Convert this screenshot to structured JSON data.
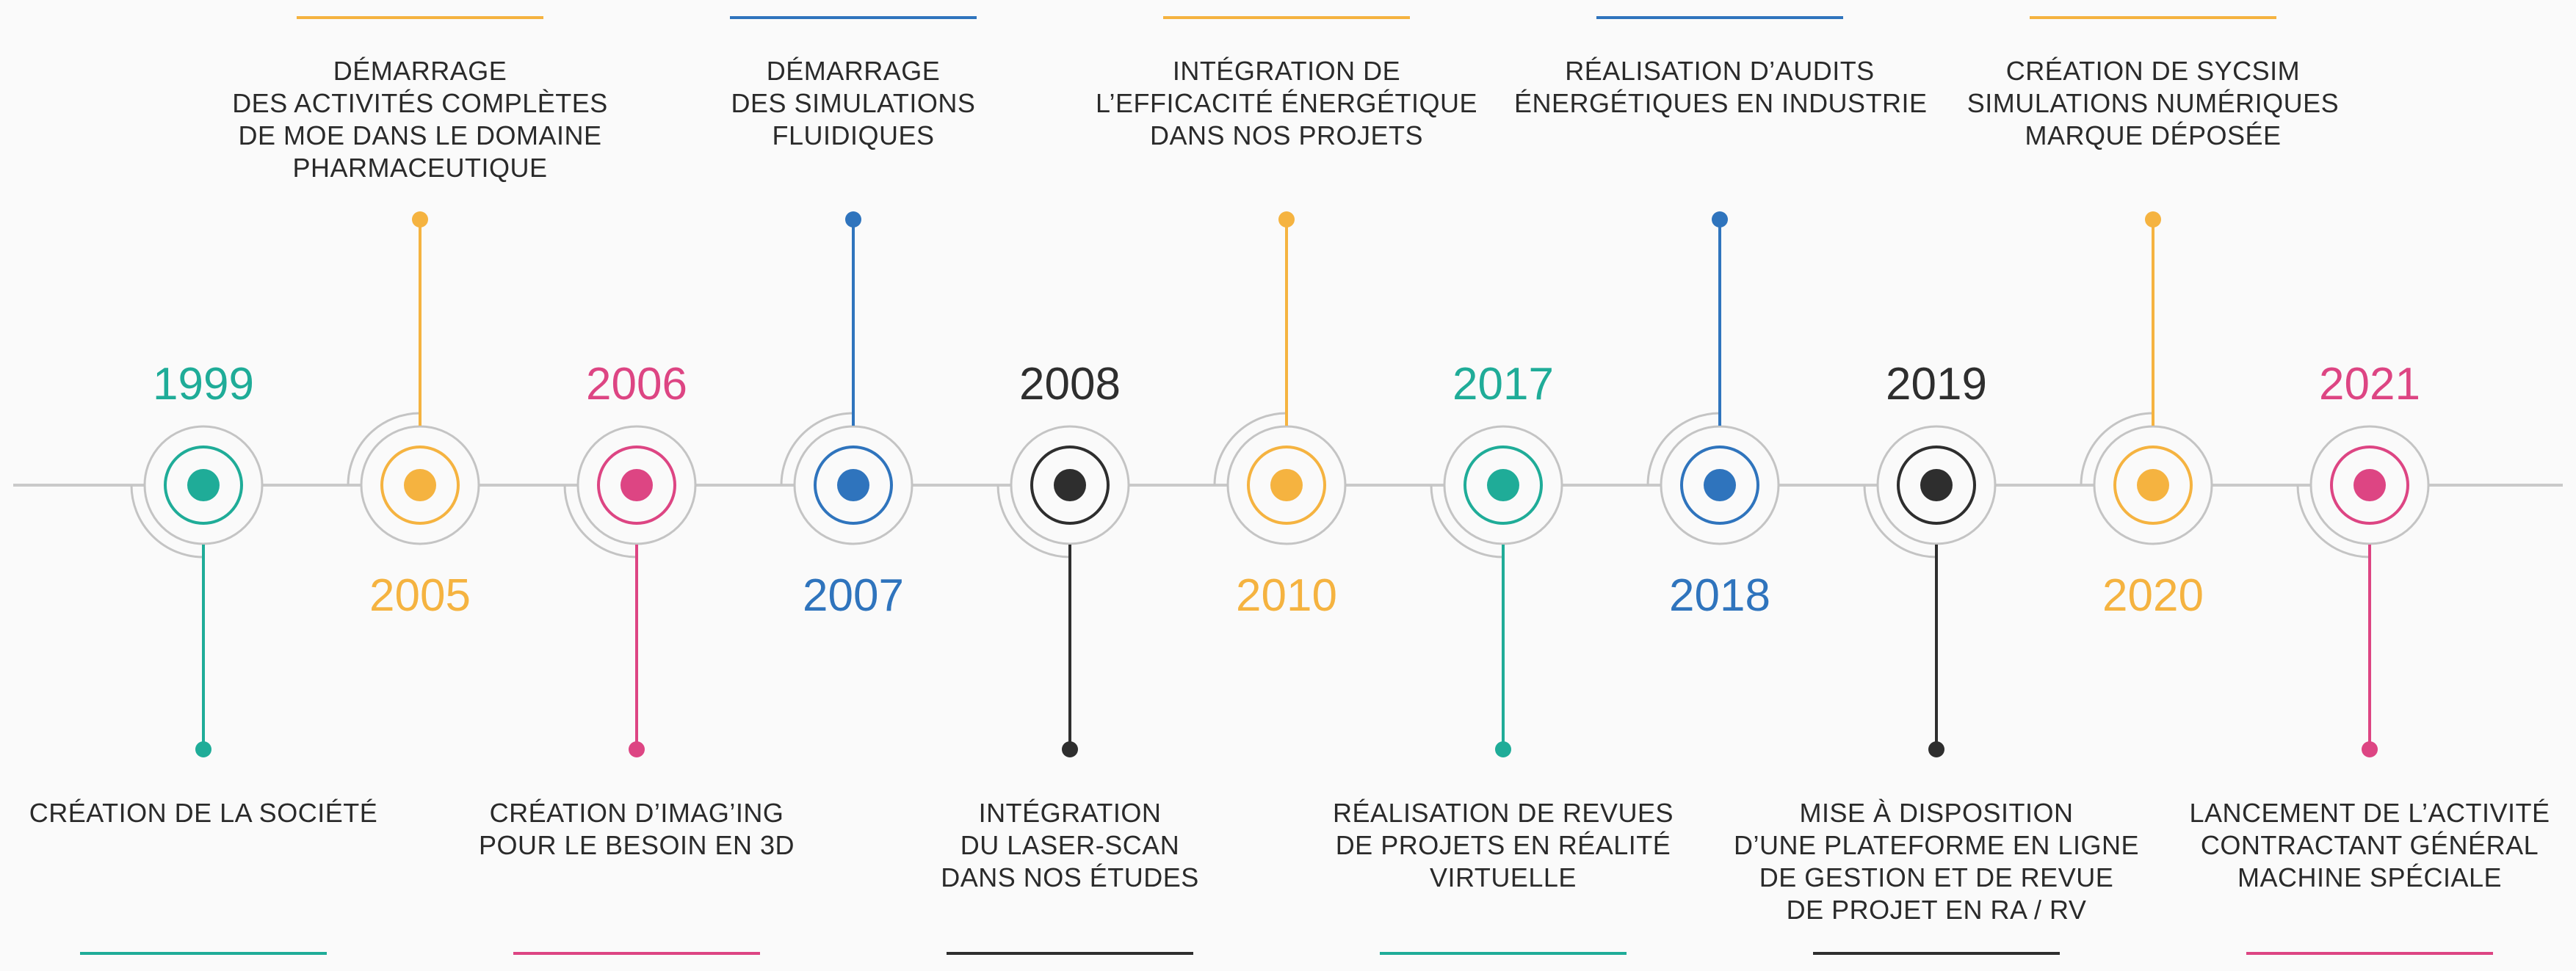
{
  "colors": {
    "teal": "#1fac98",
    "orange": "#f5b340",
    "pink": "#dd4583",
    "blue": "#2f74bd",
    "dark": "#2e2e2e",
    "axis": "#c9c9c9",
    "ring": "#c4c4c4",
    "text": "#2a2a2a"
  },
  "milestones": [
    {
      "year": "1999",
      "position": "below",
      "color": "teal",
      "lines": [
        "CRÉATION DE LA SOCIÉTÉ"
      ]
    },
    {
      "year": "2005",
      "position": "above",
      "color": "orange",
      "lines": [
        "DÉMARRAGE",
        "DES ACTIVITÉS COMPLÈTES",
        "DE MOE DANS LE DOMAINE",
        "PHARMACEUTIQUE"
      ]
    },
    {
      "year": "2006",
      "position": "below",
      "color": "pink",
      "lines": [
        "CRÉATION D’IMAG’ING",
        "POUR LE BESOIN EN 3D"
      ]
    },
    {
      "year": "2007",
      "position": "above",
      "color": "blue",
      "lines": [
        "DÉMARRAGE",
        "DES SIMULATIONS",
        "FLUIDIQUES"
      ]
    },
    {
      "year": "2008",
      "position": "below",
      "color": "dark",
      "lines": [
        "INTÉGRATION",
        "DU LASER-SCAN",
        "DANS NOS ÉTUDES"
      ]
    },
    {
      "year": "2010",
      "position": "above",
      "color": "orange",
      "lines": [
        "INTÉGRATION DE",
        "L’EFFICACITÉ ÉNERGÉTIQUE",
        "DANS NOS PROJETS"
      ]
    },
    {
      "year": "2017",
      "position": "below",
      "color": "teal",
      "lines": [
        "RÉALISATION DE REVUES",
        "DE PROJETS EN RÉALITÉ",
        "VIRTUELLE"
      ]
    },
    {
      "year": "2018",
      "position": "above",
      "color": "blue",
      "lines": [
        "RÉALISATION D’AUDITS",
        "ÉNERGÉTIQUES EN INDUSTRIE"
      ]
    },
    {
      "year": "2019",
      "position": "below",
      "color": "dark",
      "lines": [
        "MISE À DISPOSITION",
        "D’UNE PLATEFORME EN LIGNE",
        "DE GESTION ET DE REVUE",
        "DE PROJET EN RA / RV"
      ]
    },
    {
      "year": "2020",
      "position": "above",
      "color": "orange",
      "lines": [
        "CRÉATION DE SYCSIM",
        "SIMULATIONS NUMÉRIQUES",
        "MARQUE DÉPOSÉE"
      ]
    },
    {
      "year": "2021",
      "position": "below",
      "color": "pink",
      "lines": [
        "LANCEMENT DE L’ACTIVITÉ",
        "CONTRACTANT GÉNÉRAL",
        "MACHINE SPÉCIALE"
      ]
    }
  ]
}
